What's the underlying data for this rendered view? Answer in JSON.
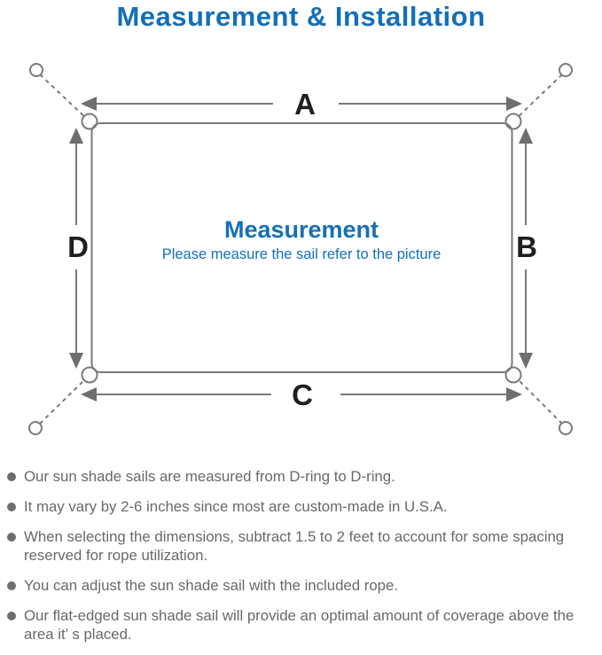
{
  "page": {
    "title": "Measurement & Installation"
  },
  "colors": {
    "accent_blue": "#146fb8",
    "diagram_gray": "#7a7a7a",
    "note_text_gray": "#696969",
    "label_black": "#1f1f1f"
  },
  "diagram": {
    "side_labels": {
      "top": "A",
      "right": "B",
      "bottom": "C",
      "left": "D"
    },
    "center_title": "Measurement",
    "center_caption": "Please measure the sail refer to the picture"
  },
  "notes": [
    "Our sun shade sails are measured from D-ring to D-ring.",
    "It may vary by 2-6 inches since most are custom-made in U.S.A.",
    "When selecting the dimensions, subtract 1.5 to 2 feet to account for some spacing reserved for rope utilization.",
    "You can adjust the sun shade sail with the included rope.",
    "Our flat-edged sun shade sail will provide an optimal amount of coverage above the area it’ s placed."
  ]
}
